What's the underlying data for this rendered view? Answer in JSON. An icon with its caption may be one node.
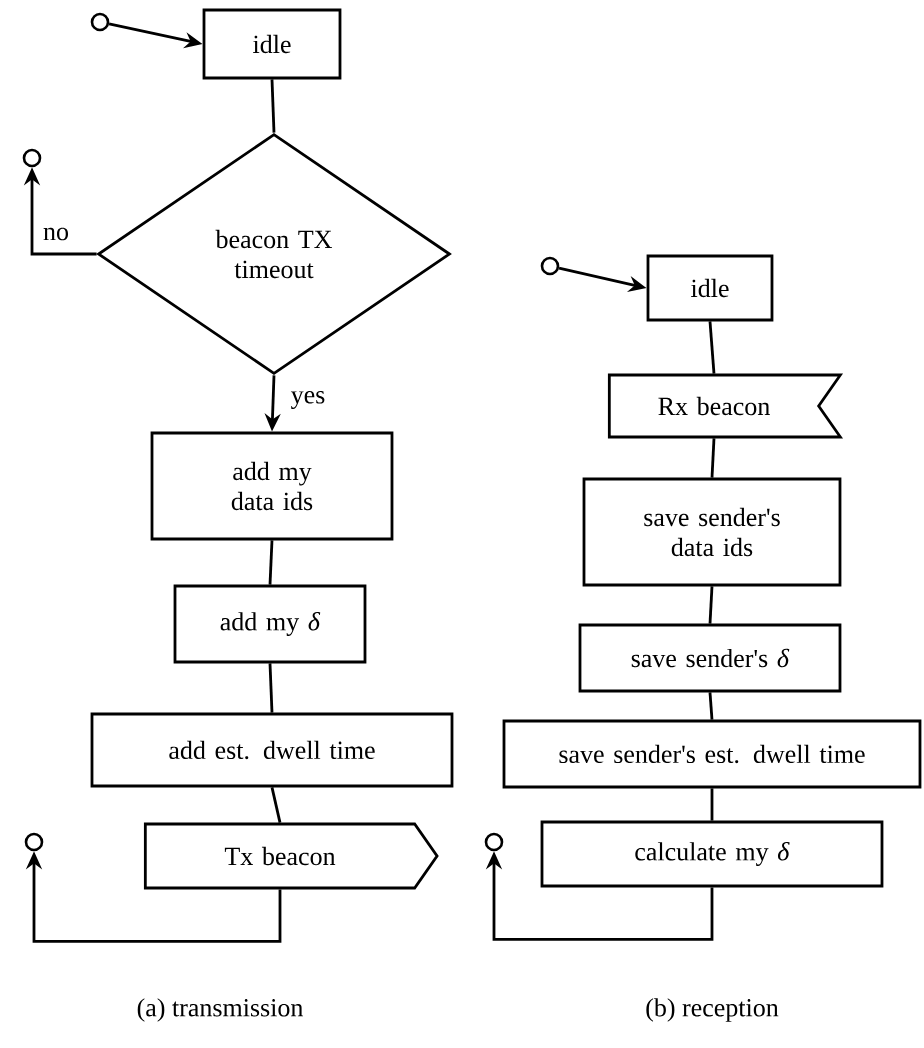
{
  "diagram": {
    "nodes": [
      {
        "text": [],
        "shape": "circle"
      },
      {
        "text": [
          "idle"
        ]
      },
      {
        "text": [
          "beacon TX timeout"
        ]
      },
      {
        "text": [],
        "shape": "circle"
      },
      {
        "text": [
          "add my data ids"
        ]
      },
      {
        "text": [
          "add my *δ*"
        ]
      },
      {
        "text": [
          "add est. dwell time"
        ]
      },
      {
        "text": [
          "Tx beacon"
        ]
      },
      {
        "text": [],
        "shape": "circle"
      },
      {
        "text": [],
        "shape": "circle"
      },
      {
        "text": [
          "idle"
        ]
      },
      {
        "text": [
          "Rx beacon"
        ]
      },
      {
        "text": [
          "save sender's data ids"
        ]
      },
      {
        "text": [
          "save sender's *δ*"
        ]
      },
      {
        "text": [
          "save sender's est. dwell time"
        ]
      },
      {
        "text": [
          "calculate my *δ*"
        ]
      },
      {
        "text": [],
        "shape": "circle"
      }
    ],
    "edges": [
      {
        "from": 0,
        "to": 1,
        "arrow": "to"
      },
      {
        "from": 1,
        "to": 2,
        "arrow": "none"
      },
      {
        "from": 2,
        "to": 3,
        "arrow": "to",
        "label": "no"
      },
      {
        "from": 2,
        "to": 4,
        "arrow": "to",
        "label": "yes"
      },
      {
        "from": 4,
        "to": 5,
        "arrow": "none"
      },
      {
        "from": 5,
        "to": 6,
        "arrow": "none"
      },
      {
        "from": 6,
        "to": 7,
        "arrow": "none"
      },
      {
        "from": 7,
        "to": 8,
        "arrow": "to"
      },
      {
        "from": 9,
        "to": 10,
        "arrow": "to"
      },
      {
        "from": 10,
        "to": 11,
        "arrow": "none"
      },
      {
        "from": 11,
        "to": 12,
        "arrow": "none"
      },
      {
        "from": 12,
        "to": 13,
        "arrow": "none"
      },
      {
        "from": 13,
        "to": 14,
        "arrow": "none"
      },
      {
        "from": 14,
        "to": 15,
        "arrow": "none"
      },
      {
        "from": 15,
        "to": 16,
        "arrow": "to"
      }
    ],
    "labels": [
      "(a) transmission",
      "(b) reception"
    ]
  }
}
